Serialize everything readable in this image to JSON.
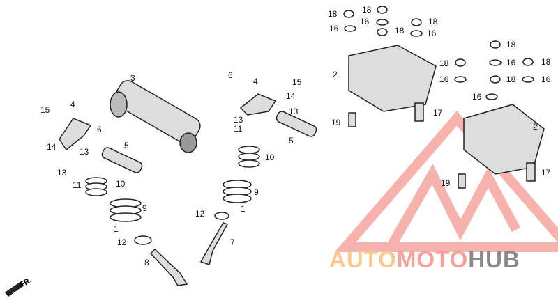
{
  "diagram": {
    "labels": [
      "3",
      "15",
      "4",
      "6",
      "5",
      "14",
      "13",
      "13",
      "11",
      "10",
      "9",
      "1",
      "12",
      "8",
      "6",
      "4",
      "15",
      "14",
      "13",
      "13",
      "11",
      "5",
      "10",
      "9",
      "12",
      "1",
      "7",
      "18",
      "18",
      "16",
      "16",
      "16",
      "18",
      "18",
      "2",
      "17",
      "19",
      "18",
      "18",
      "16",
      "18",
      "16",
      "18",
      "16",
      "16",
      "2",
      "17",
      "19"
    ],
    "direction": "FR."
  },
  "watermark": {
    "part1": "AUTO",
    "part2": "MOTO",
    "part3": "HUB",
    "colors": {
      "auto": "#fcc88a",
      "moto": "#f8a09a",
      "hub": "#8a8a8a"
    }
  }
}
